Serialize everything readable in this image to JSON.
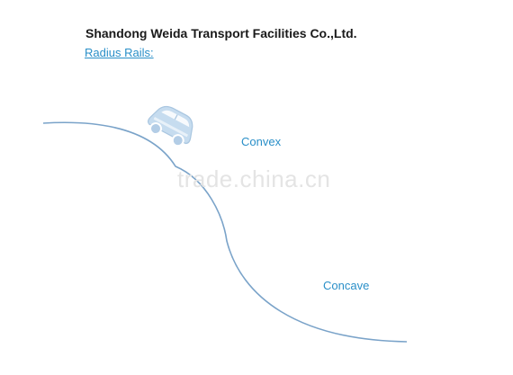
{
  "header": {
    "company": "Shandong Weida Transport Facilities Co.,Ltd.",
    "link_text": "Radius Rails:"
  },
  "diagram": {
    "convex_label": "Convex",
    "concave_label": "Concave",
    "icon": "car-icon",
    "curve_color": "#7aa3c9",
    "label_color": "#2a8fc8"
  },
  "watermark": {
    "text": "trade.china.cn"
  }
}
